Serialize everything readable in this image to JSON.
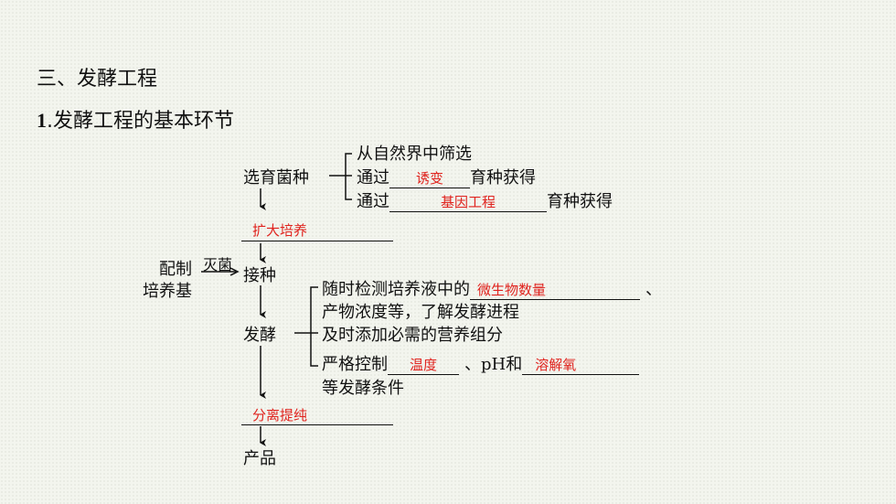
{
  "heading": {
    "section": "三、发酵工程",
    "subsection_num": "1",
    "subsection_title": ".发酵工程的基本环节"
  },
  "flow": {
    "step_select": "选育菌种",
    "select_opt1": "从自然界中筛选",
    "select_opt2_pre": "通过",
    "select_opt2_fill": "诱变",
    "select_opt2_post": "育种获得",
    "select_opt3_pre": "通过",
    "select_opt3_fill": "基因工程",
    "select_opt3_post": "育种获得",
    "step_expand": "扩大培养",
    "prep_line1": "配制",
    "prep_line2": "培养基",
    "sterilize": "灭菌",
    "step_inoculate": "接种",
    "step_ferment": "发酵",
    "ferm_1_pre": "随时检测培养液中的",
    "ferm_1_fill": "微生物数量",
    "ferm_1_post": "、",
    "ferm_1b": "产物浓度等，了解发酵进程",
    "ferm_2": "及时添加必需的营养组分",
    "ferm_3_pre": "严格控制",
    "ferm_3_fill1": "温度",
    "ferm_3_mid": "、pH和",
    "ferm_3_fill2": "溶解氧",
    "ferm_3b": "等发酵条件",
    "step_separate": "分离提纯",
    "step_product": "产品"
  },
  "colors": {
    "fill_text": "#e0231e",
    "background": "#f3f5ee"
  }
}
